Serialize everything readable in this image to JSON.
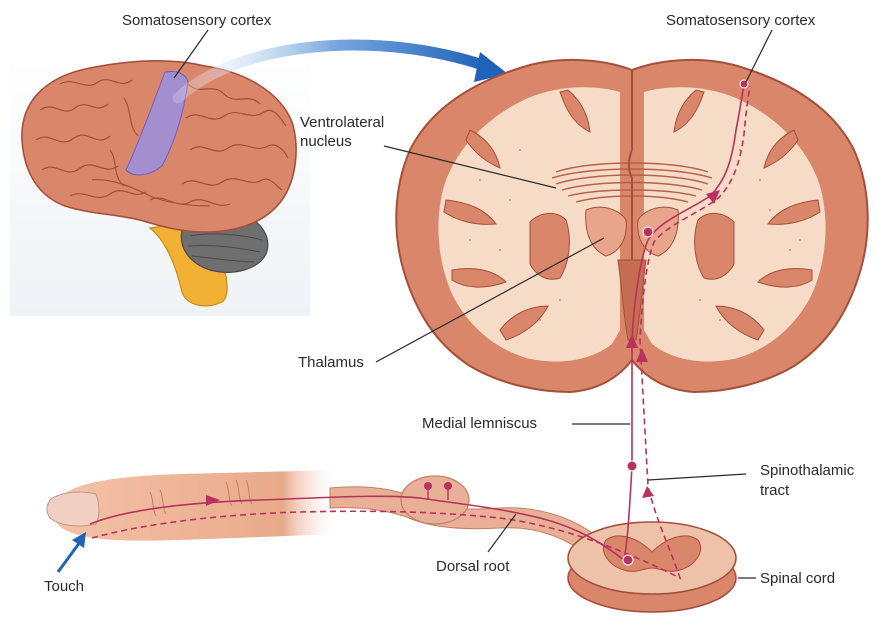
{
  "labels": {
    "somatosensory_cortex_left": "Somatosensory cortex",
    "somatosensory_cortex_right": "Somatosensory cortex",
    "ventrolateral_line1": "Ventrolateral",
    "ventrolateral_line2": "nucleus",
    "thalamus": "Thalamus",
    "medial_lemniscus": "Medial lemniscus",
    "spinothalamic_line1": "Spinothalamic",
    "spinothalamic_line2": "tract",
    "dorsal_root": "Dorsal root",
    "spinal_cord": "Spinal cord",
    "touch": "Touch"
  },
  "colors": {
    "brain_tissue": "#d9866a",
    "brain_dark": "#b9604a",
    "white_matter": "#f6dcc6",
    "cortex_highlight": "#9c8fdc",
    "cerebellum": "#6f6f6f",
    "brainstem": "#f2b135",
    "pathway": "#b8325e",
    "arrow_blue": "#1f63b8",
    "finger": "#f0b79a",
    "leader_line": "#2a2a2a"
  }
}
